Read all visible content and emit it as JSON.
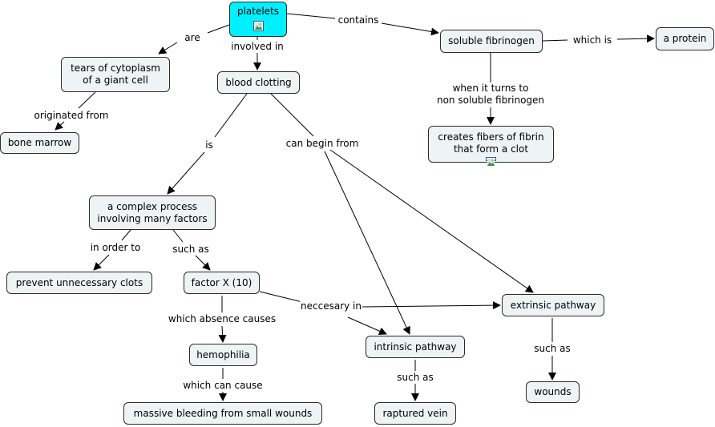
{
  "concept_map": {
    "nodes": [
      {
        "id": "platelets",
        "text": "platelets",
        "highlight": true,
        "has_image_icon": true
      },
      {
        "id": "tears",
        "text": "tears of cytoplasm\nof a giant cell"
      },
      {
        "id": "bone",
        "text": "bone marrow"
      },
      {
        "id": "blood",
        "text": "blood clotting"
      },
      {
        "id": "fibrinogen",
        "text": "soluble fibrinogen"
      },
      {
        "id": "protein",
        "text": "a protein"
      },
      {
        "id": "fibers",
        "text": "creates fibers of fibrin\nthat form a clot",
        "has_image_icon": true
      },
      {
        "id": "complex",
        "text": "a complex process\ninvolving many factors"
      },
      {
        "id": "prevent",
        "text": "prevent unnecessary clots"
      },
      {
        "id": "factorx",
        "text": "factor X (10)"
      },
      {
        "id": "extrinsic",
        "text": "extrinsic pathway"
      },
      {
        "id": "intrinsic",
        "text": "intrinsic pathway"
      },
      {
        "id": "hemophilia",
        "text": "hemophilia"
      },
      {
        "id": "wounds",
        "text": "wounds"
      },
      {
        "id": "bleeding",
        "text": "massive bleeding from small wounds"
      },
      {
        "id": "vein",
        "text": "raptured vein"
      }
    ],
    "links": [
      {
        "id": "l-are",
        "text": "are"
      },
      {
        "id": "l-involved",
        "text": "involved in"
      },
      {
        "id": "l-contains",
        "text": "contains"
      },
      {
        "id": "l-whichis",
        "text": "which is"
      },
      {
        "id": "l-originated",
        "text": "originated from"
      },
      {
        "id": "l-turns",
        "text": "when it turns to\nnon soluble fibrinogen"
      },
      {
        "id": "l-is",
        "text": "is"
      },
      {
        "id": "l-canbegin",
        "text": "can begin from"
      },
      {
        "id": "l-inorder",
        "text": "in order to"
      },
      {
        "id": "l-suchas1",
        "text": "such as"
      },
      {
        "id": "l-neccesary",
        "text": "neccesary in"
      },
      {
        "id": "l-absence",
        "text": "which absence causes"
      },
      {
        "id": "l-suchas2",
        "text": "such as"
      },
      {
        "id": "l-suchas3",
        "text": "such as"
      },
      {
        "id": "l-cancause",
        "text": "which can cause"
      }
    ],
    "connections": [
      [
        "platelets",
        "l-are"
      ],
      [
        "l-are",
        "tears"
      ],
      [
        "platelets",
        "l-involved"
      ],
      [
        "l-involved",
        "blood"
      ],
      [
        "platelets",
        "l-contains"
      ],
      [
        "l-contains",
        "fibrinogen"
      ],
      [
        "fibrinogen",
        "l-whichis"
      ],
      [
        "l-whichis",
        "protein"
      ],
      [
        "tears",
        "l-originated"
      ],
      [
        "l-originated",
        "bone"
      ],
      [
        "fibrinogen",
        "l-turns"
      ],
      [
        "l-turns",
        "fibers"
      ],
      [
        "blood",
        "l-is"
      ],
      [
        "l-is",
        "complex"
      ],
      [
        "blood",
        "l-canbegin"
      ],
      [
        "l-canbegin",
        "extrinsic"
      ],
      [
        "l-canbegin",
        "intrinsic"
      ],
      [
        "complex",
        "l-inorder"
      ],
      [
        "l-inorder",
        "prevent"
      ],
      [
        "complex",
        "l-suchas1"
      ],
      [
        "l-suchas1",
        "factorx"
      ],
      [
        "factorx",
        "l-neccesary"
      ],
      [
        "l-neccesary",
        "extrinsic"
      ],
      [
        "l-neccesary",
        "intrinsic"
      ],
      [
        "factorx",
        "l-absence"
      ],
      [
        "l-absence",
        "hemophilia"
      ],
      [
        "intrinsic",
        "l-suchas2"
      ],
      [
        "l-suchas2",
        "vein"
      ],
      [
        "extrinsic",
        "l-suchas3"
      ],
      [
        "l-suchas3",
        "wounds"
      ],
      [
        "hemophilia",
        "l-cancause"
      ],
      [
        "l-cancause",
        "bleeding"
      ]
    ],
    "colors": {
      "node_fill": "#eef3f6",
      "highlight_fill": "#00f0ff",
      "line": "#000000"
    }
  }
}
